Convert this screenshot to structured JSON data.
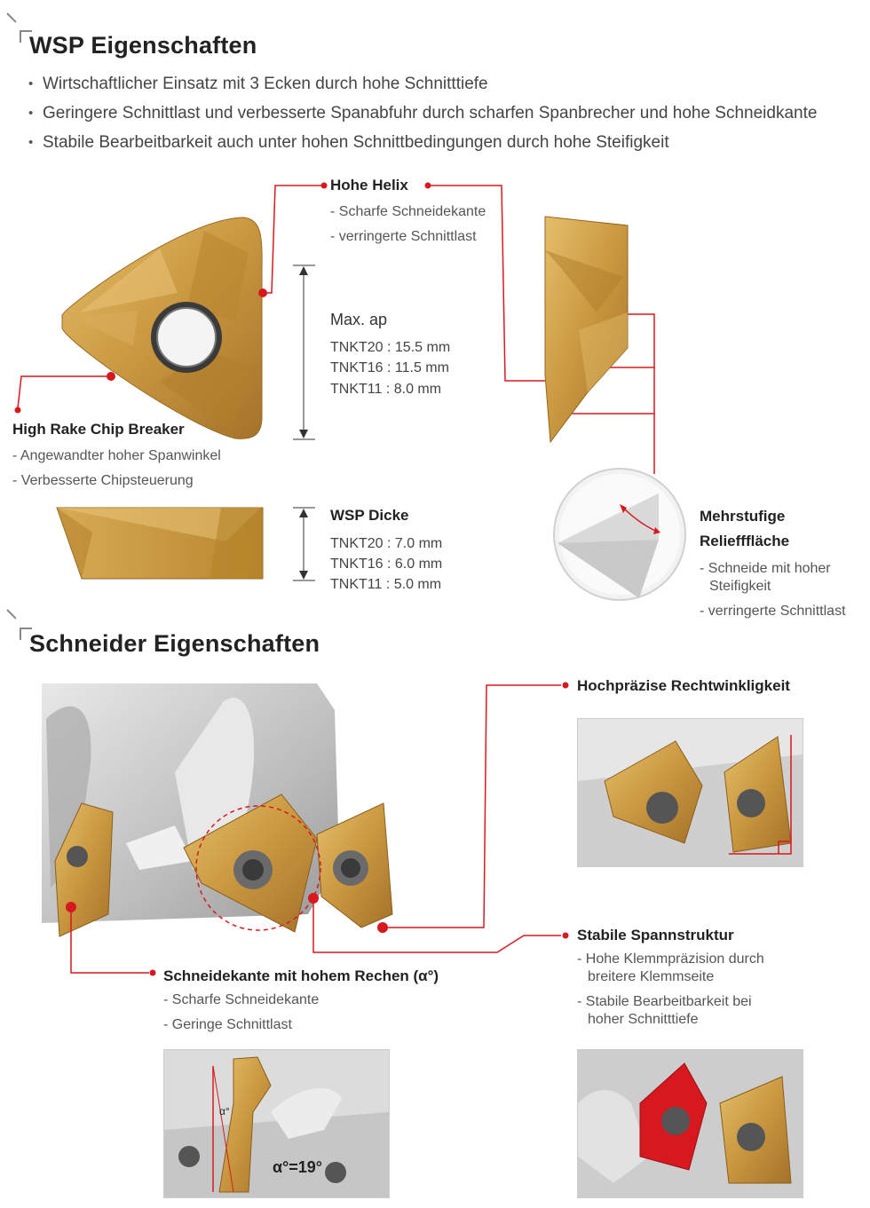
{
  "section1": {
    "title": "WSP Eigenschaften",
    "bullets": [
      "Wirtschaftlicher Einsatz mit 3 Ecken durch hohe Schnitttiefe",
      "Geringere Schnittlast und verbesserte Spanabfuhr durch scharfen Spanbrecher und hohe Schneidkante",
      "Stabile Bearbeitbarkeit auch unter hohen Schnittbedingungen durch hohe Steifigkeit"
    ],
    "helix": {
      "title": "Hohe Helix",
      "items": [
        "- Scharfe Schneidekante",
        "- verringerte Schnittlast"
      ]
    },
    "max_ap": {
      "title": "Max. ap",
      "rows": [
        "TNKT20 : 15.5 mm",
        "TNKT16 : 11.5 mm",
        "TNKT11 :  8.0 mm"
      ]
    },
    "chip_breaker": {
      "title": "High Rake Chip Breaker",
      "items": [
        "- Angewandter hoher Spanwinkel",
        "- Verbesserte Chipsteuerung"
      ]
    },
    "thickness": {
      "title": "WSP Dicke",
      "rows": [
        "TNKT20 : 7.0 mm",
        "TNKT16 : 6.0 mm",
        "TNKT11 : 5.0 mm"
      ]
    },
    "relief": {
      "title_line1": "Mehrstufige",
      "title_line2": "Reliefffläche",
      "item1_line1": "- Schneide mit hoher",
      "item1_line2": "Steifigkeit",
      "item2": "- verringerte Schnittlast"
    }
  },
  "section2": {
    "title": "Schneider Eigenschaften",
    "rechtwinkligkeit": {
      "title": "Hochpräzise Rechtwinkligkeit"
    },
    "spannstruktur": {
      "title": "Stabile Spannstruktur",
      "item1_line1": "- Hohe Klemmpräzision durch",
      "item1_line2": "breitere Klemmseite",
      "item2_line1": "- Stabile Bearbeitbarkeit bei",
      "item2_line2": "hoher Schnitttiefe"
    },
    "schneidekante": {
      "title": "Schneidekante mit hohem Rechen (α°)",
      "items": [
        "- Scharfe Schneidekante",
        "- Geringe Schnittlast"
      ]
    },
    "alpha_label": "α°",
    "alpha_value": "α°=19°"
  },
  "colors": {
    "accent": "#d7191f",
    "gold": "#c9973f",
    "gold_dark": "#a8772a",
    "gold_light": "#e2bb68",
    "steel": "#c8c8c8"
  }
}
